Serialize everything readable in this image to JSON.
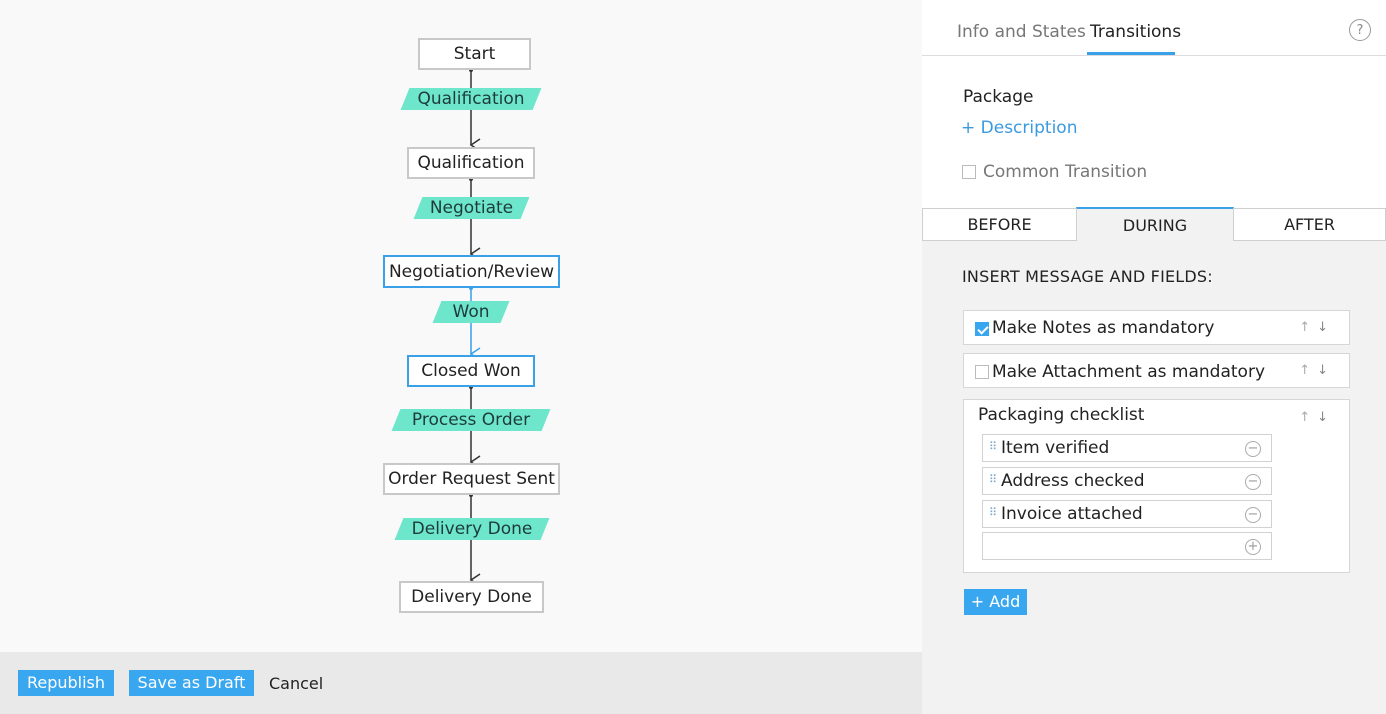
{
  "workflow": {
    "states": [
      {
        "id": "start",
        "label": "Start"
      },
      {
        "id": "qualification",
        "label": "Qualification"
      },
      {
        "id": "negotiation",
        "label": "Negotiation/Review"
      },
      {
        "id": "closed_won",
        "label": "Closed Won"
      },
      {
        "id": "order_request_sent",
        "label": "Order Request Sent"
      },
      {
        "id": "delivery_done",
        "label": "Delivery Done"
      }
    ],
    "transitions": [
      {
        "label": "Qualification"
      },
      {
        "label": "Negotiate"
      },
      {
        "label": "Won"
      },
      {
        "label": "Process Order"
      },
      {
        "label": "Delivery Done"
      }
    ],
    "colors": {
      "transition_fill": "#6ee6cb",
      "selected": "#3aa0e8",
      "state_border": "#c8c8c8"
    }
  },
  "footer": {
    "republish_label": "Republish",
    "save_draft_label": "Save as Draft",
    "cancel_label": "Cancel"
  },
  "panel": {
    "tabs": [
      {
        "label": "Info and States"
      },
      {
        "label": "Transitions"
      }
    ],
    "help_icon": "?",
    "transition_name": "Package",
    "description_link": "+ Description",
    "common_transition": {
      "label": "Common Transition",
      "checked": false
    },
    "phase_tabs": [
      {
        "label": "BEFORE"
      },
      {
        "label": "DURING"
      },
      {
        "label": "AFTER"
      }
    ],
    "active_phase": "DURING",
    "insert_heading": "INSERT MESSAGE AND FIELDS:",
    "fields": [
      {
        "label": "Make Notes as mandatory",
        "checked": true
      },
      {
        "label": "Make Attachment as mandatory",
        "checked": false
      }
    ],
    "checklist": {
      "title": "Packaging checklist",
      "items": [
        "Item verified",
        "Address checked",
        "Invoice attached"
      ]
    },
    "add_button": "+ Add",
    "colors": {
      "accent": "#3aa0e8",
      "button": "#38a7f0"
    }
  }
}
